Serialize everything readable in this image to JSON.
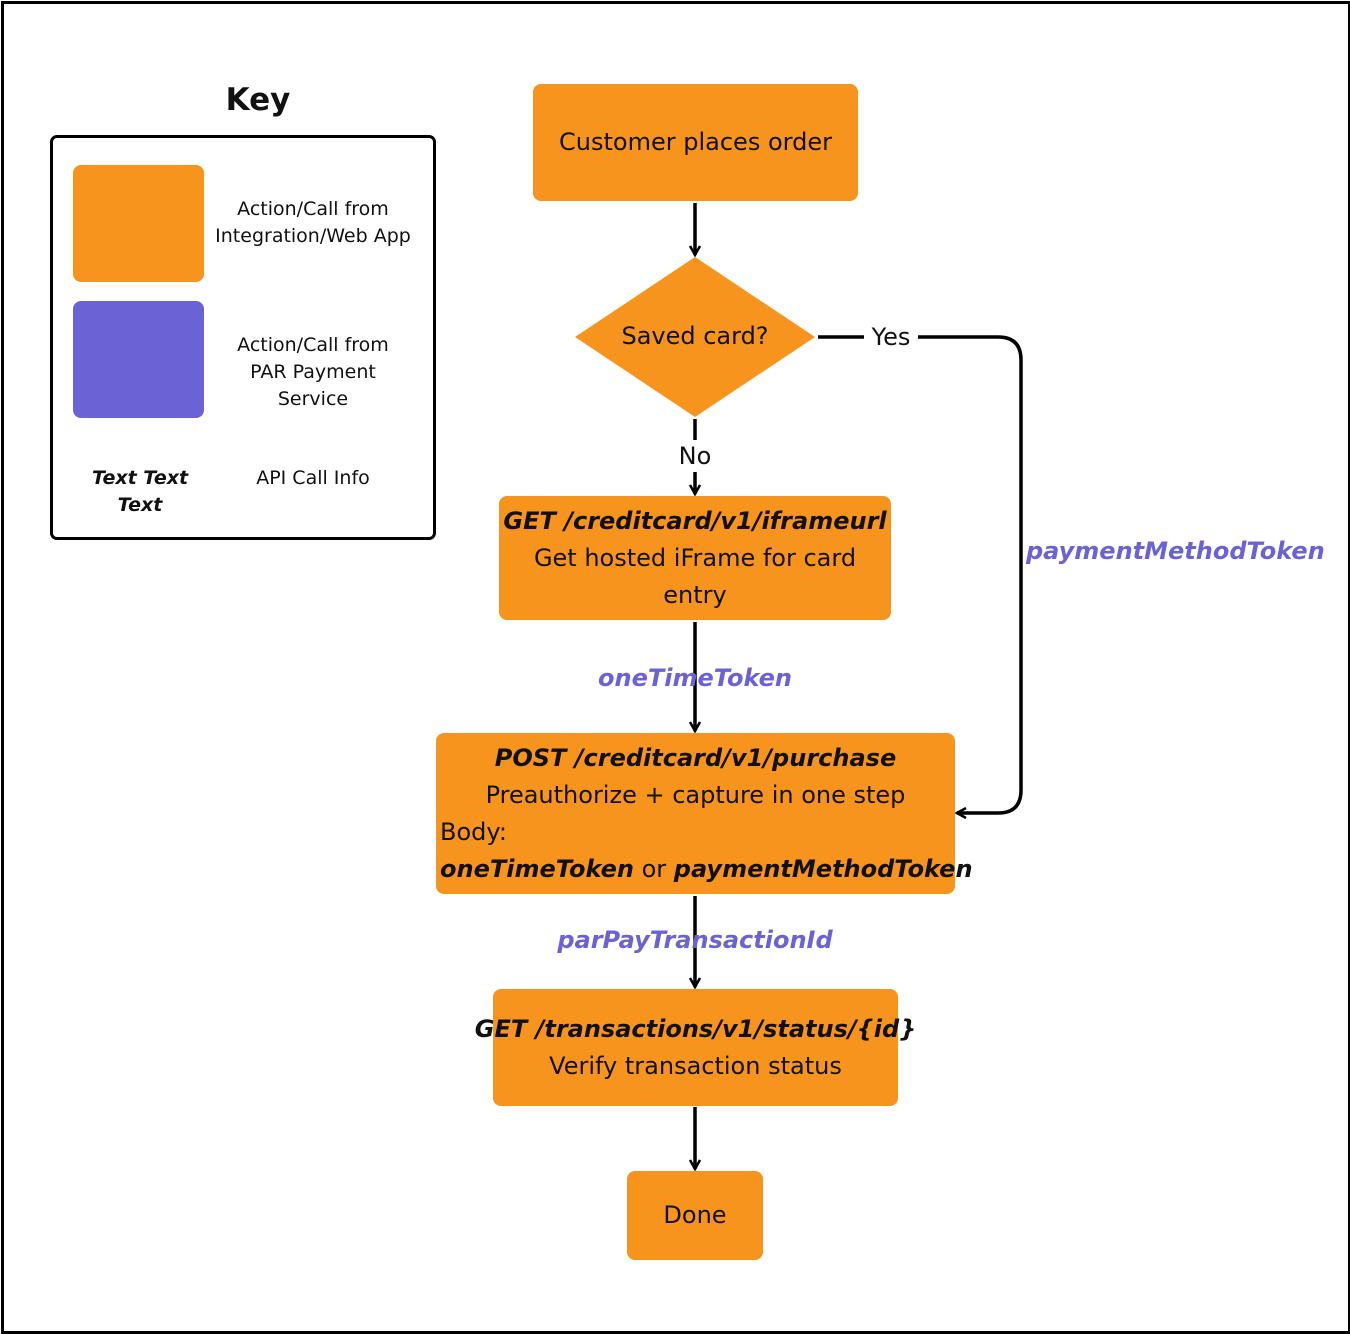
{
  "colors": {
    "integration": "#F7941D",
    "par_service": "#6B63D5",
    "token_text": "#6B63D5",
    "border": "#000000"
  },
  "key": {
    "title": "Key",
    "items": [
      {
        "label": "Action/Call from\nIntegration/Web App",
        "color": "#F7941D"
      },
      {
        "label": "Action/Call from\nPAR Payment Service",
        "color": "#6B63D5"
      }
    ],
    "italic_sample": "Text Text Text",
    "italic_meaning": "API Call Info"
  },
  "flow": {
    "start": "Customer places order",
    "decision": "Saved card?",
    "no_label": "No",
    "yes_label": "Yes",
    "iframe": {
      "api": "GET /creditcard/v1/iframeurl",
      "desc_line1": "Get hosted iFrame for card",
      "desc_line2": "entry"
    },
    "one_time_token": "oneTimeToken",
    "payment_method_token": "paymentMethodToken",
    "purchase": {
      "api": "POST /creditcard/v1/purchase",
      "desc": "Preauthorize + capture in one step",
      "body_label": "Body:",
      "body_token1": "oneTimeToken",
      "body_or": " or ",
      "body_token2": "paymentMethodToken"
    },
    "transaction_id": "parPayTransactionId",
    "status": {
      "api": "GET /transactions/v1/status/{id}",
      "desc": "Verify transaction status"
    },
    "done": "Done"
  }
}
